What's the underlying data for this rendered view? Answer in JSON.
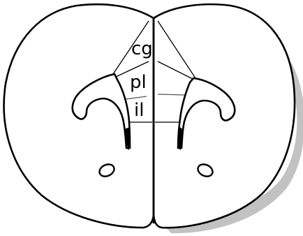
{
  "labels": {
    "cg": "cg",
    "pl": "pl",
    "il": "il"
  },
  "colors": {
    "stroke": "#000000",
    "background": "#ffffff",
    "shadow": "#8f8f8f"
  }
}
